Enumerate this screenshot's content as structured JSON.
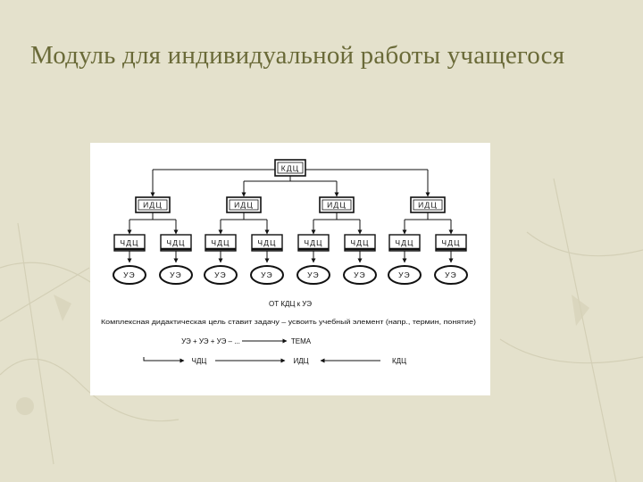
{
  "slide": {
    "title": "Модуль для индивидуальной работы учащегося"
  },
  "diagram": {
    "root": "КДЦ",
    "level2": [
      "ИДЦ",
      "ИДЦ",
      "ИДЦ",
      "ИДЦ"
    ],
    "level3": [
      "ЧДЦ",
      "ЧДЦ",
      "ЧДЦ",
      "ЧДЦ",
      "ЧДЦ",
      "ЧДЦ",
      "ЧДЦ",
      "ЧДЦ"
    ],
    "level4": [
      "УЭ",
      "УЭ",
      "УЭ",
      "УЭ",
      "УЭ",
      "УЭ",
      "УЭ",
      "УЭ"
    ],
    "flow_caption": "ОТ КДЦ к УЭ",
    "description": "Комплексная дидактическая цель ставит задачу – усвоить учебный элемент (напр., термин, понятие)",
    "formula_left": "УЭ + УЭ + УЭ – ...",
    "formula_right": "ТЕМА",
    "bottom_left": "ЧДЦ",
    "bottom_mid": "ИДЦ",
    "bottom_right": "КДЦ"
  },
  "colors": {
    "background": "#e4e1cc",
    "title": "#6a6a38",
    "panel": "#ffffff",
    "ink": "#111111"
  }
}
